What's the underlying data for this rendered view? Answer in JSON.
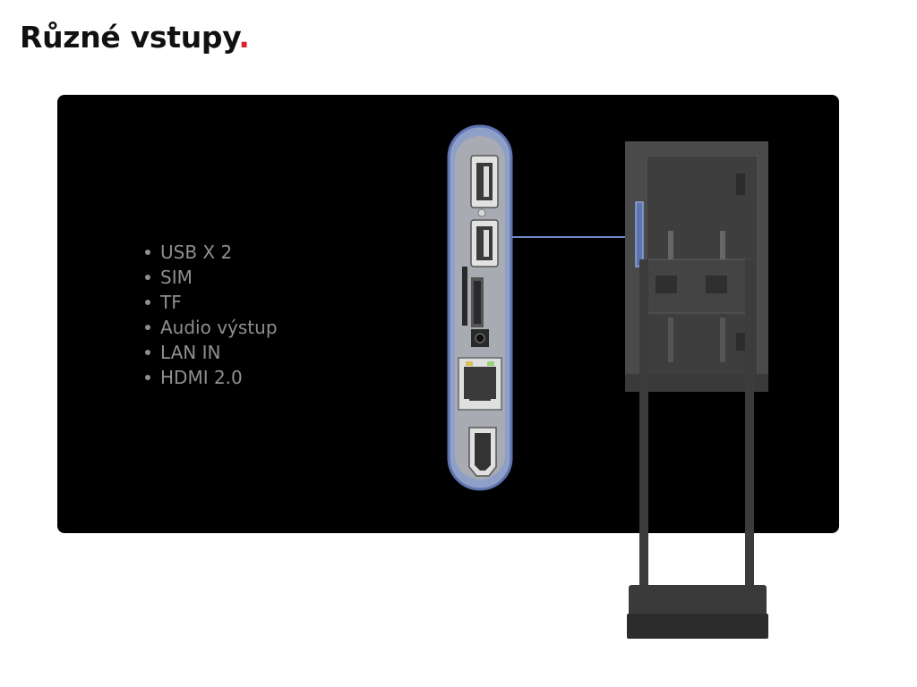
{
  "page": {
    "title": "Různé vstupy",
    "title_accent": "."
  },
  "inputs": {
    "items": [
      "USB X 2",
      "SIM",
      "TF",
      "Audio výstup",
      "LAN IN",
      "HDMI 2.0"
    ]
  },
  "colors": {
    "accent": "#d8202a",
    "panel_background": "#000000",
    "list_text": "#8f8f8f",
    "port_highlight": "#6f88c4"
  },
  "icons": [
    "usb-port-icon",
    "sim-slot-icon",
    "tf-slot-icon",
    "audio-jack-icon",
    "lan-port-icon",
    "hdmi-port-icon"
  ]
}
